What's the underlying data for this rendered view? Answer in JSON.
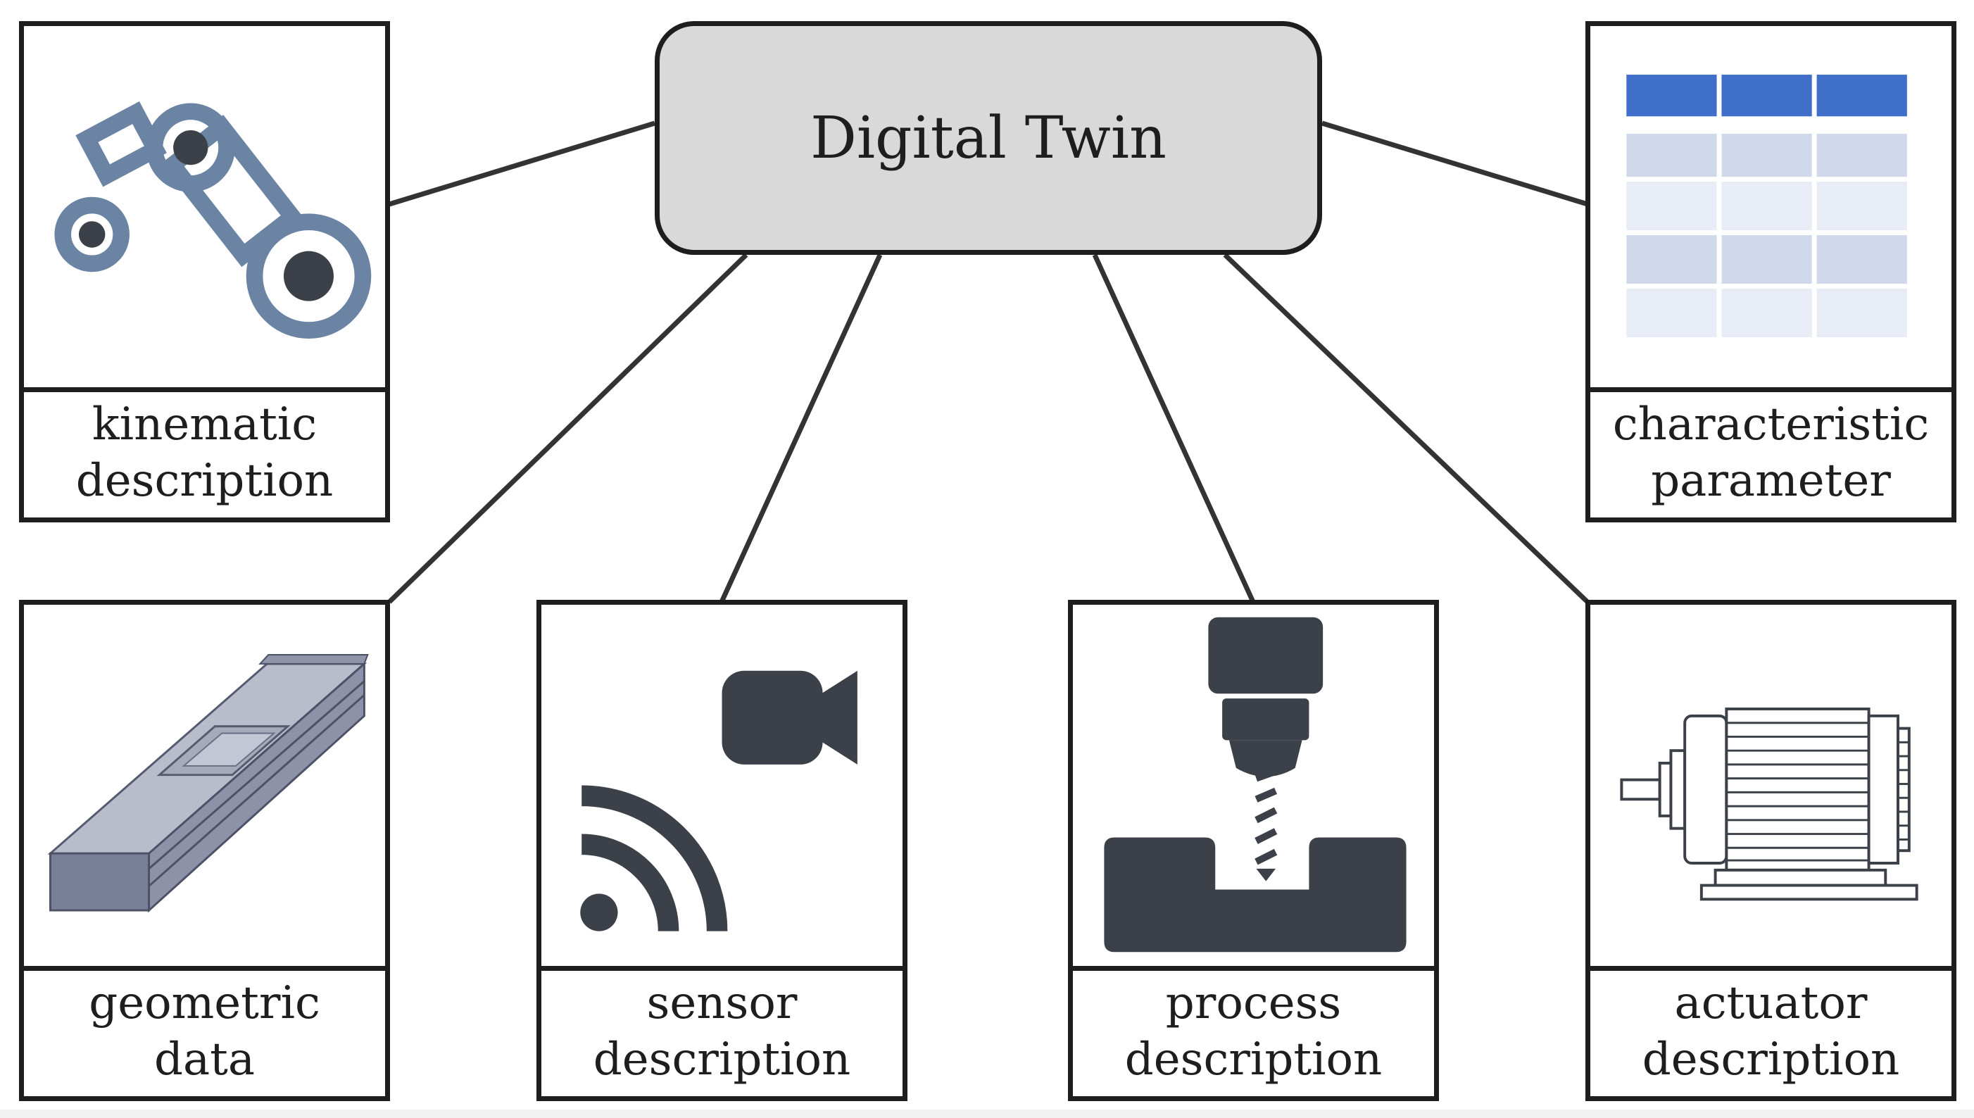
{
  "hub": {
    "label": "Digital Twin"
  },
  "cards": {
    "kinematic": {
      "line1": "kinematic",
      "line2": "description"
    },
    "characteristic": {
      "line1": "characteristic",
      "line2": "parameter"
    },
    "geometric": {
      "line1": "geometric",
      "line2": "data"
    },
    "sensor": {
      "line1": "sensor",
      "line2": "description"
    },
    "process": {
      "line1": "process",
      "line2": "description"
    },
    "actuator": {
      "line1": "actuator",
      "line2": "description"
    }
  },
  "icons": {
    "kinematic": "robot-arm-icon",
    "characteristic": "parameter-table-icon",
    "geometric": "linear-axis-model-icon",
    "sensor": "camera-and-signal-icon",
    "process": "milling-spindle-icon",
    "actuator": "electric-motor-icon"
  },
  "colors": {
    "hub_fill": "#d9d9d9",
    "stroke": "#1e1e1e",
    "icon_dark": "#3c4048",
    "robot_blue": "#6b84a3",
    "table_header": "#3f6fc9",
    "table_row_dark": "#d0d8ec",
    "table_row_light": "#e8ecf6"
  }
}
